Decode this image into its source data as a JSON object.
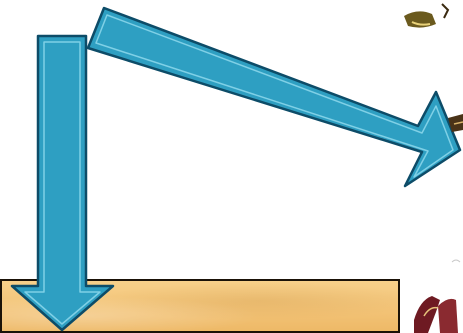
{
  "diagram": {
    "arrow_color": "#2e9fc2",
    "arrow_border_color": "#0d4c68",
    "arrow_inner_line_color": "#7fd0e6",
    "arrows": [
      {
        "id": "down",
        "direction": "down"
      },
      {
        "id": "right",
        "direction": "right-downward"
      }
    ],
    "panel_color": "#f3c478",
    "decorations": [
      "top-right-fragment",
      "right-middle-fragment",
      "bottom-right-fragment"
    ]
  }
}
